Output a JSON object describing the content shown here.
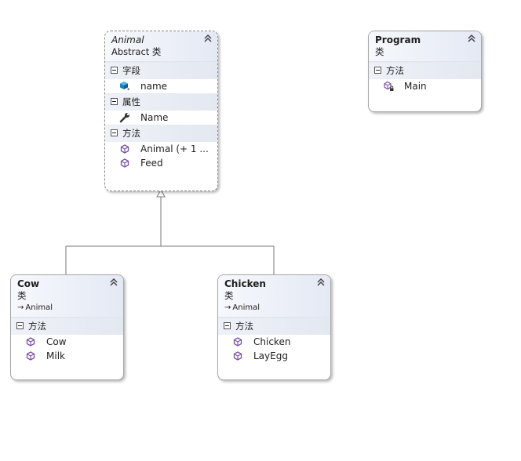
{
  "diagram": {
    "classes": {
      "animal": {
        "name": "Animal",
        "kind": "Abstract 类",
        "sections": {
          "fields": {
            "title": "字段",
            "members": [
              "name"
            ]
          },
          "properties": {
            "title": "属性",
            "members": [
              "Name"
            ]
          },
          "methods": {
            "title": "方法",
            "members": [
              "Animal (+ 1 ...",
              "Feed"
            ]
          }
        }
      },
      "program": {
        "name": "Program",
        "kind": "类",
        "sections": {
          "methods": {
            "title": "方法",
            "members": [
              "Main"
            ]
          }
        }
      },
      "cow": {
        "name": "Cow",
        "kind": "类",
        "base": "Animal",
        "sections": {
          "methods": {
            "title": "方法",
            "members": [
              "Cow",
              "Milk"
            ]
          }
        }
      },
      "chicken": {
        "name": "Chicken",
        "kind": "类",
        "base": "Animal",
        "sections": {
          "methods": {
            "title": "方法",
            "members": [
              "Chicken",
              "LayEgg"
            ]
          }
        }
      }
    },
    "colors": {
      "header_start": "#f6f8fc",
      "header_end": "#e4e9f4",
      "connector": "#7a7a7a",
      "method_icon": "#7b4fa8",
      "field_icon": "#1b7fc4"
    },
    "icons": {
      "collapse": "double-chevron-up-icon",
      "section_toggle": "minus-box-icon",
      "method": "method-cube-icon",
      "private_method": "private-method-icon",
      "field": "field-icon",
      "property": "wrench-icon",
      "inheritance": "arrow-right-icon"
    }
  }
}
